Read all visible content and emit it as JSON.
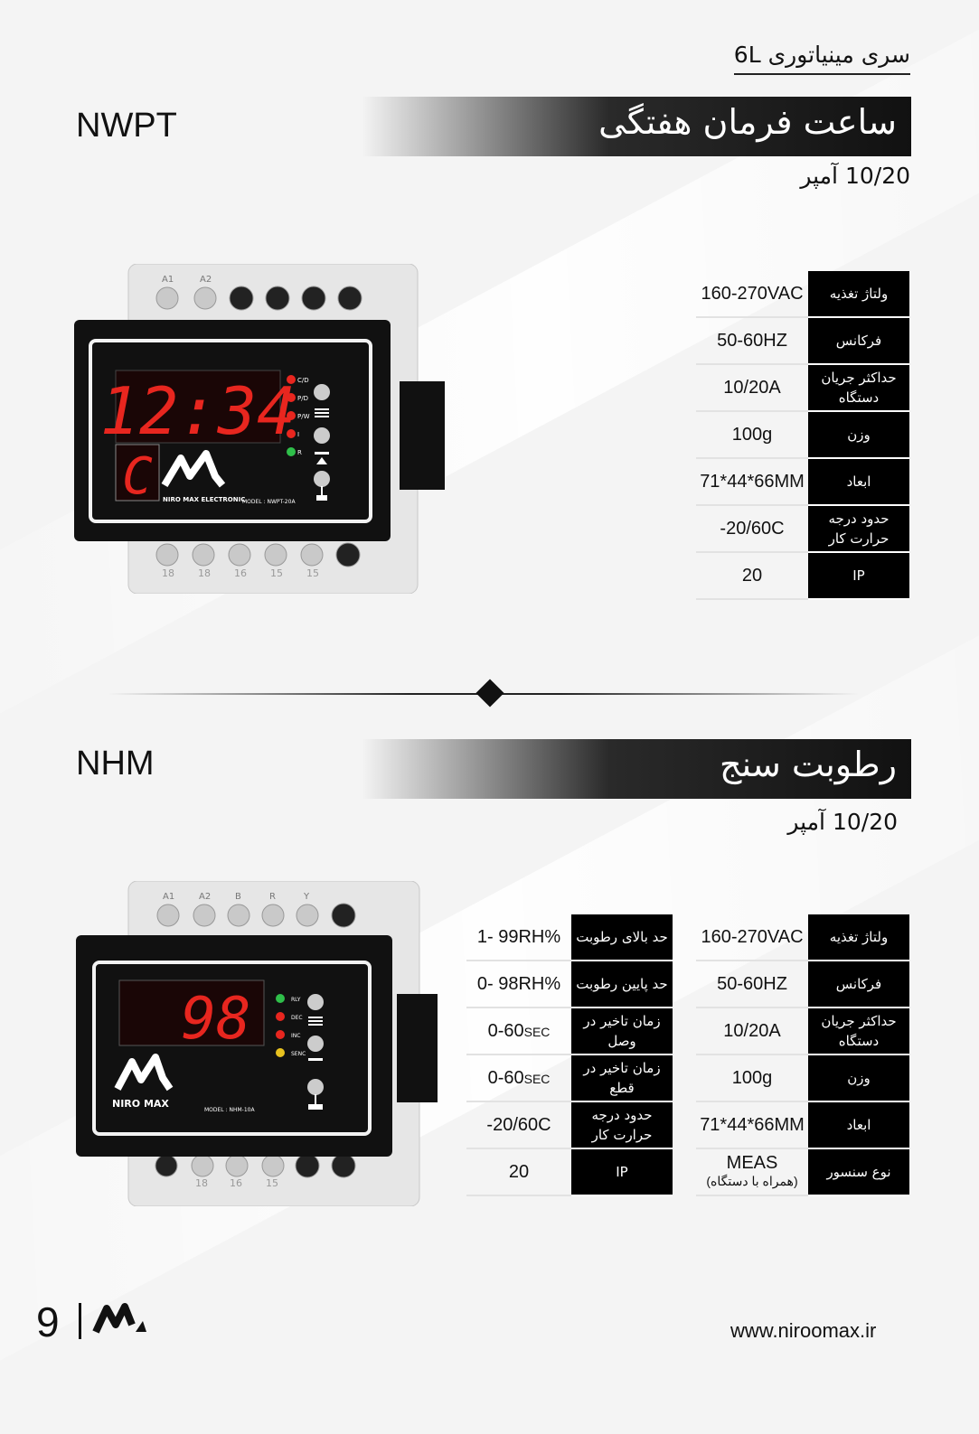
{
  "header": {
    "series": "سری مینیاتوری 6L"
  },
  "product1": {
    "model": "NWPT",
    "title": "ساعت فرمان هفتگی",
    "amp": "10/20 آمپر",
    "device": {
      "display": "12:34",
      "mode": "C",
      "indicators": [
        "C/D",
        "P/D",
        "P/W",
        "I",
        "R"
      ],
      "brand": "NIRO MAX ELECTRONIC",
      "model_label": "MODEL : NWPT-20A",
      "top_terminals": [
        "A1",
        "A2"
      ],
      "bottom_terminals": [
        "18",
        "18",
        "16",
        "15",
        "15"
      ]
    },
    "specs": [
      {
        "label": "ولتاژ تغذیه",
        "value": "160-270VAC"
      },
      {
        "label": "فرکانس",
        "value": "50-60HZ"
      },
      {
        "label": "حداکثر جریان دستگاه",
        "value": "10/20A"
      },
      {
        "label": "وزن",
        "value": "100g"
      },
      {
        "label": "ابعاد",
        "value": "71*44*66MM"
      },
      {
        "label": "حدود درجه حرارت کار",
        "value": "-20/60C"
      },
      {
        "label": "IP",
        "value": "20"
      }
    ]
  },
  "product2": {
    "model": "NHM",
    "title": "رطوبت سنج",
    "amp": "10/20 آمپر",
    "device": {
      "display": "98",
      "indicators": [
        "RLY",
        "DEC",
        "INC",
        "SENC"
      ],
      "brand": "NIRO MAX",
      "model_label": "MODEL : NHM-10A",
      "top_terminals": [
        "A1",
        "A2",
        "B",
        "R",
        "Y"
      ],
      "bottom_terminals": [
        "18",
        "16",
        "15"
      ]
    },
    "specs_right": [
      {
        "label": "ولتاژ تغذیه",
        "value": "160-270VAC"
      },
      {
        "label": "فرکانس",
        "value": "50-60HZ"
      },
      {
        "label": "حداکثر جریان دستگاه",
        "value": "10/20A"
      },
      {
        "label": "وزن",
        "value": "100g"
      },
      {
        "label": "ابعاد",
        "value": "71*44*66MM"
      },
      {
        "label": "نوع سنسور",
        "value": "MEAS",
        "value_note": "(همراه با دستگاه)"
      }
    ],
    "specs_left": [
      {
        "label": "حد بالای رطوبت",
        "value": "1- 99RH%"
      },
      {
        "label": "حد پایین رطوبت",
        "value": "0- 98RH%"
      },
      {
        "label": "زمان تاخیر در وصل",
        "value": "0-60",
        "unit": "SEC"
      },
      {
        "label": "زمان تاخیر در قطع",
        "value": "0-60",
        "unit": "SEC"
      },
      {
        "label": "حدود درجه حرارت کار",
        "value": "-20/60C"
      },
      {
        "label": "IP",
        "value": "20"
      }
    ]
  },
  "footer": {
    "page": "9",
    "url": "www.niroomax.ir"
  },
  "colors": {
    "led_red": "#e8261f",
    "led_green": "#2fbf4a",
    "led_yellow": "#e8c21f",
    "panel_black": "#111111"
  }
}
